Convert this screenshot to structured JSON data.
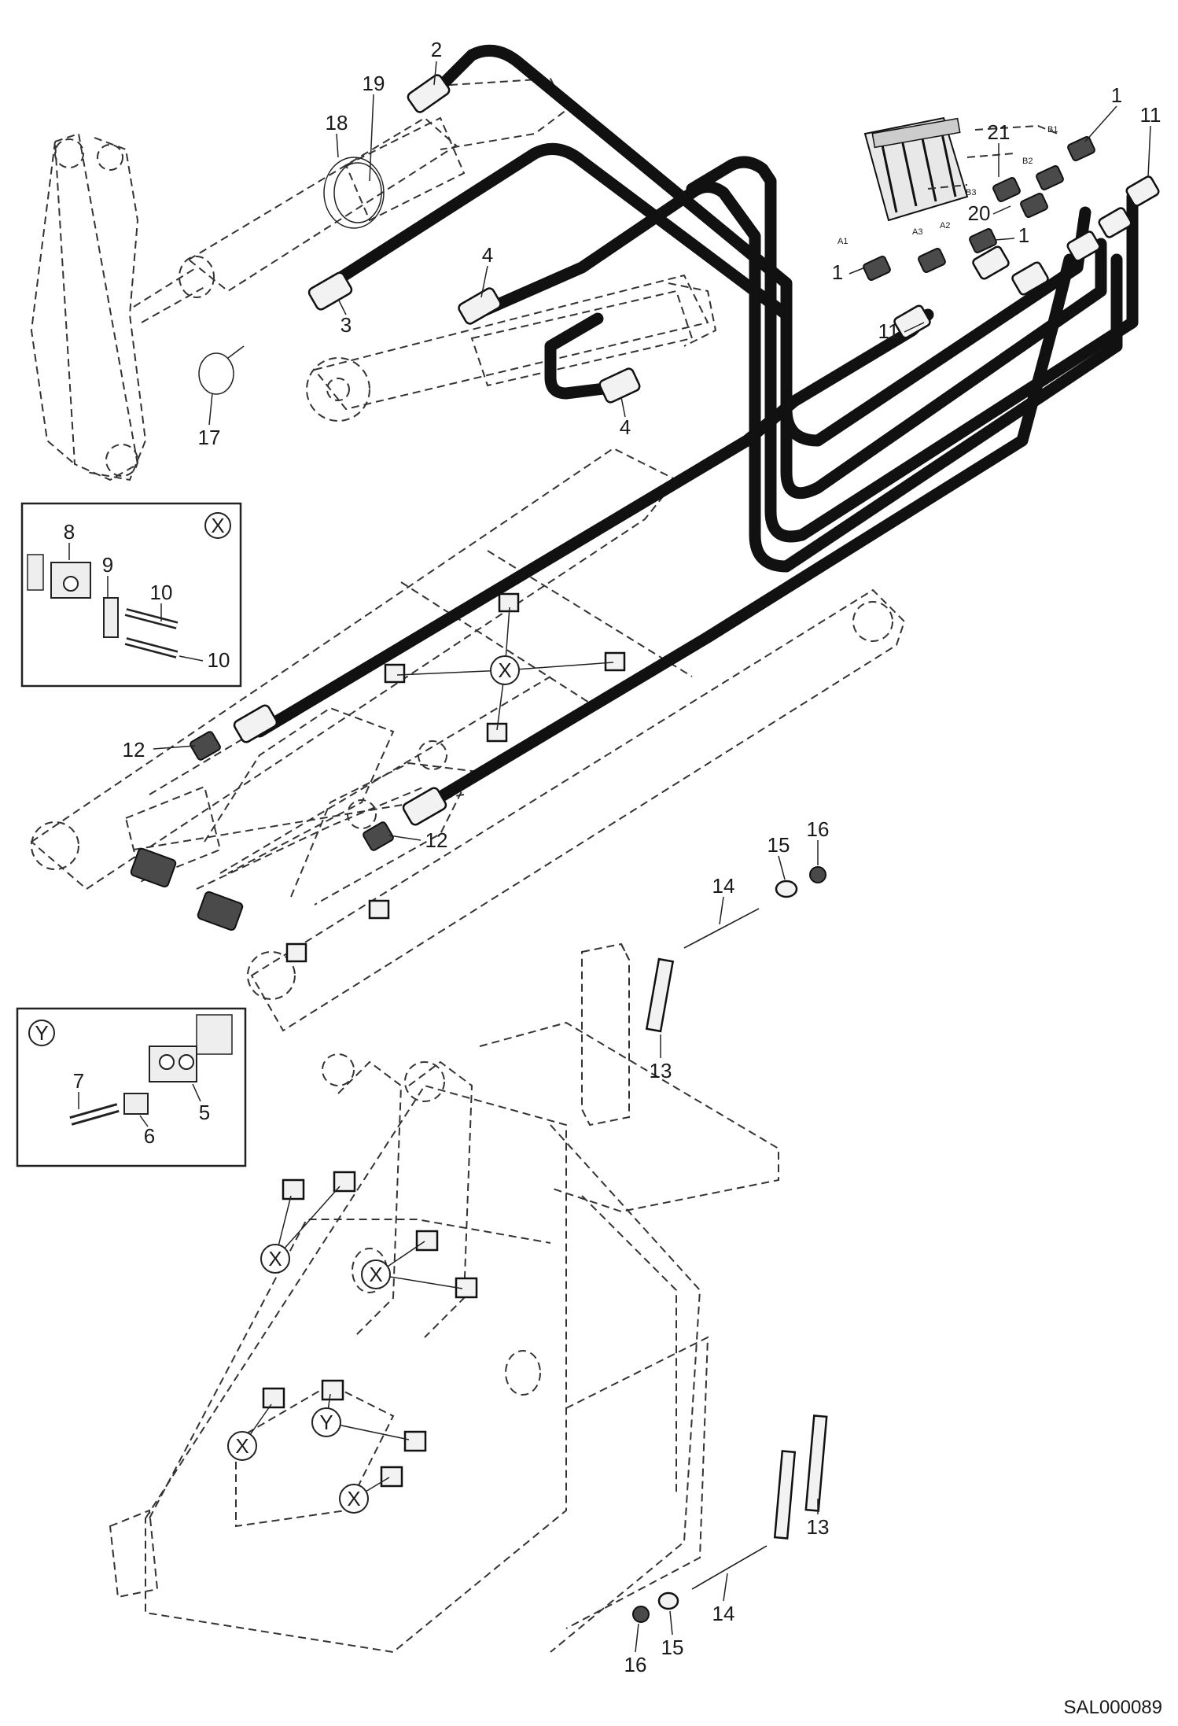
{
  "drawing_code": "SAL000089",
  "detail_x": {
    "marker": "X",
    "callouts": [
      "8",
      "9",
      "10",
      "10"
    ]
  },
  "detail_y": {
    "marker": "Y",
    "callouts": [
      "7",
      "6",
      "5"
    ]
  },
  "callouts": {
    "c1a": "1",
    "c11a": "11",
    "c21": "21",
    "c20": "20",
    "c1b": "1",
    "c1c": "1",
    "c11b": "11",
    "c2": "2",
    "c19": "19",
    "c18": "18",
    "c3": "3",
    "c4a": "4",
    "c4b": "4",
    "c17": "17",
    "c12a": "12",
    "c12b": "12",
    "c14a": "14",
    "c15a": "15",
    "c16a": "16",
    "c13a": "13",
    "c13b": "13",
    "c14b": "14",
    "c15b": "15",
    "c16b": "16"
  },
  "markers": {
    "mx1": "X",
    "mx2": "X",
    "mx3": "X",
    "mx4": "X",
    "mx5": "X",
    "my1": "Y"
  },
  "valve_ports": [
    "B1",
    "B2",
    "B3",
    "A1",
    "A2",
    "A3"
  ]
}
